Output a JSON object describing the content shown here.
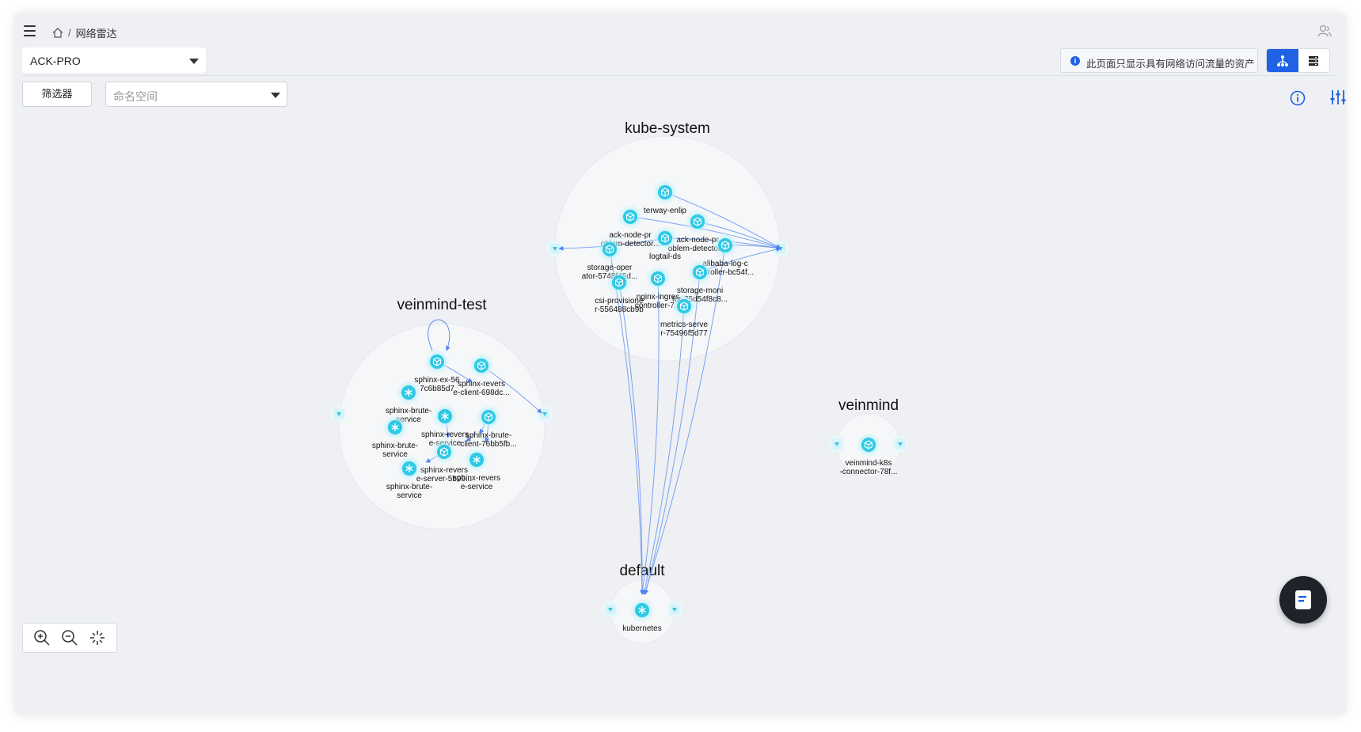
{
  "breadcrumb": {
    "current": "网络雷达"
  },
  "cluster_select": {
    "value": "ACK-PRO"
  },
  "notice": {
    "text": "此页面只显示具有网络访问流量的资产"
  },
  "filter": {
    "button_label": "筛选器",
    "namespace_placeholder": "命名空间"
  },
  "namespaces": [
    {
      "id": "kube-system",
      "title": "kube-system"
    },
    {
      "id": "veinmind-test",
      "title": "veinmind-test"
    },
    {
      "id": "veinmind",
      "title": "veinmind"
    },
    {
      "id": "default",
      "title": "default"
    }
  ],
  "nodes": [
    {
      "ns": "kube-system",
      "kind": "workload",
      "lines": [
        "terway-enlip"
      ]
    },
    {
      "ns": "kube-system",
      "kind": "workload",
      "lines": [
        "ack-node-pr",
        "oblem-detector..."
      ]
    },
    {
      "ns": "kube-system",
      "kind": "workload",
      "lines": [
        "ack-node-pr",
        "oblem-detector..."
      ]
    },
    {
      "ns": "kube-system",
      "kind": "workload",
      "lines": [
        "logtail-ds"
      ]
    },
    {
      "ns": "kube-system",
      "kind": "workload",
      "lines": [
        "alibaba-log-c",
        "ontroller-bc54f..."
      ]
    },
    {
      "ns": "kube-system",
      "kind": "workload",
      "lines": [
        "storage-oper",
        "ator-5748f45d..."
      ]
    },
    {
      "ns": "kube-system",
      "kind": "workload",
      "lines": [
        "csi-provisione",
        "r-556488cb9b"
      ]
    },
    {
      "ns": "kube-system",
      "kind": "workload",
      "lines": [
        "nginx-ingres",
        "controller-7..."
      ]
    },
    {
      "ns": "kube-system",
      "kind": "workload",
      "lines": [
        "storage-moni",
        "tor-75d54f8c8..."
      ]
    },
    {
      "ns": "kube-system",
      "kind": "workload",
      "lines": [
        "metrics-serve",
        "r-75496f5d77"
      ]
    },
    {
      "ns": "veinmind-test",
      "kind": "workload",
      "lines": [
        "sphinx-ex-56",
        "7c6b85d7"
      ]
    },
    {
      "ns": "veinmind-test",
      "kind": "workload",
      "lines": [
        "sphinx-revers",
        "e-client-698dc..."
      ]
    },
    {
      "ns": "veinmind-test",
      "kind": "service",
      "lines": [
        "sphinx-brute-",
        "service"
      ]
    },
    {
      "ns": "veinmind-test",
      "kind": "service",
      "lines": [
        "sphinx-revers",
        "e-service"
      ]
    },
    {
      "ns": "veinmind-test",
      "kind": "workload",
      "lines": [
        "sphinx-brute-",
        "client-76bb5fb..."
      ]
    },
    {
      "ns": "veinmind-test",
      "kind": "service",
      "lines": [
        "sphinx-brute-",
        "service"
      ]
    },
    {
      "ns": "veinmind-test",
      "kind": "workload",
      "lines": [
        "sphinx-revers",
        "e-server-5b99..."
      ]
    },
    {
      "ns": "veinmind-test",
      "kind": "service",
      "lines": [
        "sphinx-revers",
        "e-service"
      ]
    },
    {
      "ns": "veinmind-test",
      "kind": "service",
      "lines": [
        "sphinx-brute-",
        "service"
      ]
    },
    {
      "ns": "veinmind",
      "kind": "workload",
      "lines": [
        "veinmind-k8s",
        "-connector-78f..."
      ]
    },
    {
      "ns": "default",
      "kind": "service",
      "lines": [
        "kubernetes"
      ]
    }
  ],
  "colors": {
    "accent": "#1f62e6",
    "node": "#2ec9e6",
    "edge": "#5b8ff0",
    "ns_circle": "#f6f7f9"
  }
}
